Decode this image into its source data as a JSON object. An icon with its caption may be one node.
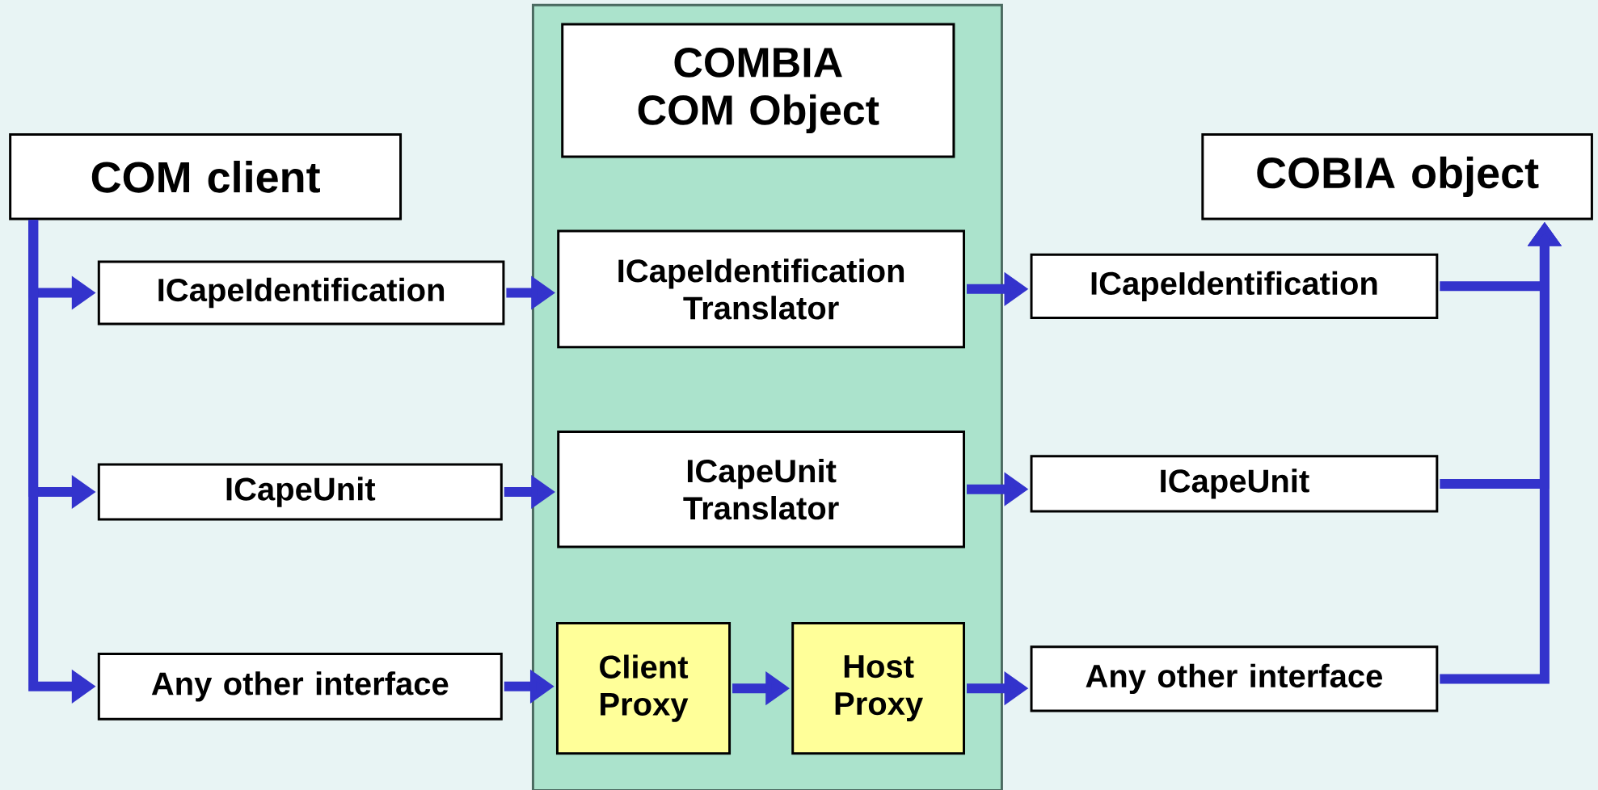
{
  "diagram": {
    "nodes": [
      {
        "text": [
          "COM client"
        ]
      },
      {
        "text": [],
        "shape": "box"
      },
      {
        "text": [
          "COMBIA COM Object"
        ],
        "in": 1
      },
      {
        "text": [
          "COBIA object"
        ]
      },
      {
        "text": [
          "ICapeIdentification"
        ]
      },
      {
        "text": [
          "ICapeIdentification Translator"
        ],
        "in": 1
      },
      {
        "text": [
          "ICapeIdentification"
        ]
      },
      {
        "text": [
          "ICapeUnit"
        ]
      },
      {
        "text": [
          "ICapeUnit Translator"
        ],
        "in": 1
      },
      {
        "text": [
          "ICapeUnit"
        ]
      },
      {
        "text": [
          "Any other interface"
        ]
      },
      {
        "text": [
          "Client Proxy"
        ],
        "in": 1
      },
      {
        "text": [
          "Host Proxy"
        ],
        "in": 1
      },
      {
        "text": [
          "Any other interface"
        ]
      }
    ],
    "edges": [
      {
        "from": 0,
        "to": 4,
        "arrow": "to"
      },
      {
        "from": 0,
        "to": 7,
        "arrow": "to"
      },
      {
        "from": 0,
        "to": 10,
        "arrow": "to"
      },
      {
        "from": 4,
        "to": 5,
        "arrow": "to"
      },
      {
        "from": 7,
        "to": 8,
        "arrow": "to"
      },
      {
        "from": 10,
        "to": 11,
        "arrow": "to"
      },
      {
        "from": 11,
        "to": 12,
        "arrow": "to"
      },
      {
        "from": 5,
        "to": 6,
        "arrow": "to"
      },
      {
        "from": 8,
        "to": 9,
        "arrow": "to"
      },
      {
        "from": 12,
        "to": 13,
        "arrow": "to"
      },
      {
        "from": 6,
        "to": 3,
        "arrow": "to"
      },
      {
        "from": 9,
        "to": 3,
        "arrow": "to"
      },
      {
        "from": 13,
        "to": 3,
        "arrow": "to"
      }
    ]
  }
}
